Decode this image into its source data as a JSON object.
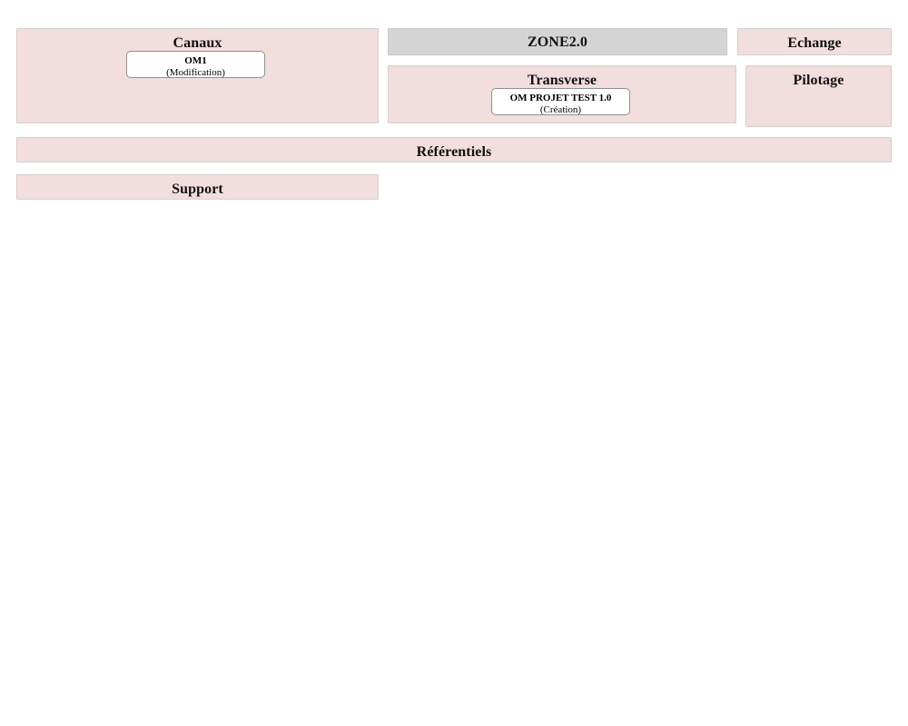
{
  "diagram": {
    "title": "ZONE2.0",
    "zones": [
      {
        "id": "canaux",
        "label": "Canaux",
        "applications": [
          {
            "name": "OM1",
            "state": "(Modification)"
          }
        ]
      },
      {
        "id": "zone-header",
        "label": "ZONE2.0",
        "applications": []
      },
      {
        "id": "echange",
        "label": "Echange",
        "applications": []
      },
      {
        "id": "transverse",
        "label": "Transverse",
        "applications": [
          {
            "name": "OM PROJET TEST 1.0",
            "state": "(Création)"
          }
        ]
      },
      {
        "id": "pilotage",
        "label": "Pilotage",
        "applications": []
      },
      {
        "id": "referentiels",
        "label": "Référentiels",
        "applications": []
      },
      {
        "id": "support",
        "label": "Support",
        "applications": []
      }
    ]
  },
  "colors": {
    "zone_background": "#f2dedd",
    "zone_border": "#d6cfcf",
    "header_background": "#d4d4d4",
    "header_border": "#c9c9c9",
    "node_background": "#ffffff",
    "node_border": "#8f8f8f",
    "text": "#111111",
    "page_background": "#ffffff"
  }
}
